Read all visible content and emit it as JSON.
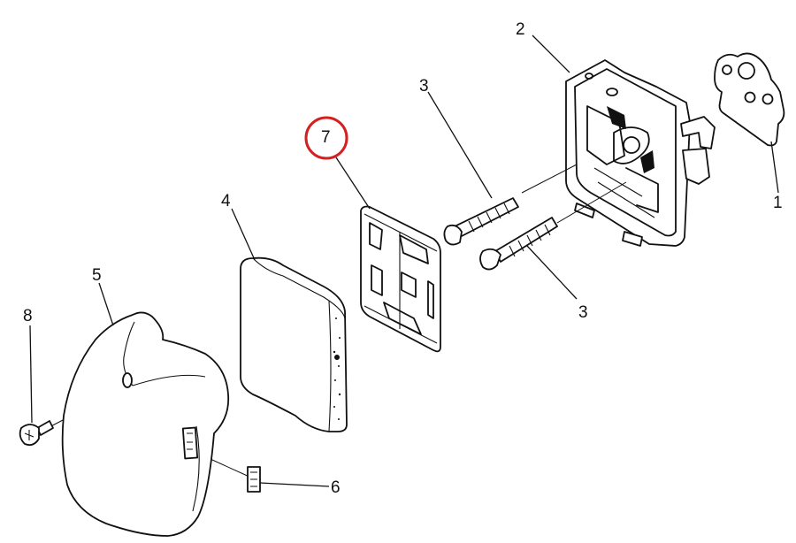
{
  "diagram": {
    "highlight_color": "#d42020",
    "line_color": "#111111",
    "callouts": [
      {
        "id": "part-1",
        "label": "1"
      },
      {
        "id": "part-2",
        "label": "2"
      },
      {
        "id": "part-3a",
        "label": "3"
      },
      {
        "id": "part-3b",
        "label": "3"
      },
      {
        "id": "part-4",
        "label": "4"
      },
      {
        "id": "part-5",
        "label": "5"
      },
      {
        "id": "part-6",
        "label": "6"
      },
      {
        "id": "part-7",
        "label": "7"
      },
      {
        "id": "part-8",
        "label": "8"
      }
    ]
  }
}
